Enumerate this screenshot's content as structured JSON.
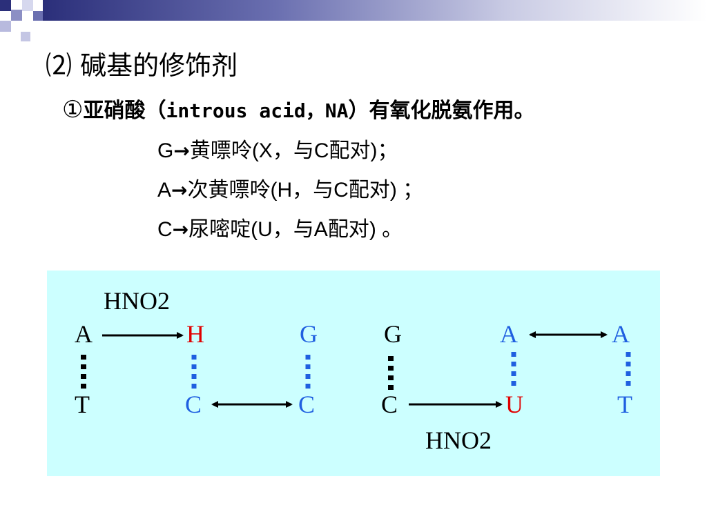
{
  "slide": {
    "title": "⑵ 碱基的修饰剂",
    "subheading": {
      "marker": "①",
      "before": "亚硝酸（",
      "term": "introus acid，NA",
      "after": "）有氧化脱氨作用。"
    },
    "rules": [
      {
        "from": "G",
        "arrow": "→",
        "product": "黄嘌呤",
        "paren": "(X",
        "sep": "，",
        "pair_word": "与",
        "partner": "C",
        "pair_suffix": "配对",
        "end": ")；"
      },
      {
        "from": "A",
        "arrow": "→",
        "product": "次黄嘌呤",
        "paren": "(H",
        "sep": "，",
        "pair_word": "与",
        "partner": "C",
        "pair_suffix": "配对",
        "end": ") ；"
      },
      {
        "from": "C",
        "arrow": "→",
        "product": "尿嘧啶",
        "paren": "(U",
        "sep": "，",
        "pair_word": "与",
        "partner": "A",
        "pair_suffix": "配对",
        "end": ") 。"
      }
    ]
  },
  "diagram": {
    "reagent_left": "HNO2",
    "reagent_right": "HNO2",
    "bases": {
      "a1": "A",
      "t1": "T",
      "h": "H",
      "c1": "C",
      "g1": "G",
      "c2": "C",
      "g2": "G",
      "c3": "C",
      "a2": "A",
      "u": "U",
      "a3": "A",
      "t2": "T"
    },
    "colors": {
      "normal": "#000000",
      "modified": "#e00000",
      "paired": "#1f5fe0",
      "background": "#ccffff"
    }
  }
}
